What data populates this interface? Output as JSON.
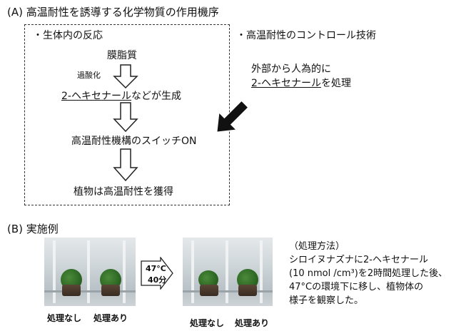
{
  "section_a": {
    "title": "(A) 高温耐性を誘導する化学物質の作用機序",
    "in_vivo_title": "・生体内の反応",
    "membrane_lipid": "膜脂質",
    "peroxidation": "過酸化",
    "generation_prefix": "2-ヘキセナール",
    "generation_suffix": "などが生成",
    "switch_on": "高温耐性機構のスイッチON",
    "acquire": "植物は高温耐性を獲得",
    "control_title": "・高温耐性のコントロール技術",
    "artificial_line": "外部から人為的に",
    "treat_prefix": "2-ヘキセナール",
    "treat_suffix": "を処理"
  },
  "section_b": {
    "title": "(B) 実施例",
    "condition_line1": "47°C",
    "condition_line2": "40分",
    "left_label_untreated": "処理なし",
    "left_label_treated": "処理あり",
    "right_label_untreated": "処理なし",
    "right_label_treated": "処理あり",
    "method_title": "（処理方法）",
    "method_lines": [
      "シロイヌナズナに2-ヘキセナール",
      "(10 nmol /cm³)を2時間処理した後、",
      "47°Cの環境下に移し、植物体の",
      "様子を観察した。"
    ]
  },
  "colors": {
    "text": "#111111",
    "arrow_fill": "#111111"
  }
}
